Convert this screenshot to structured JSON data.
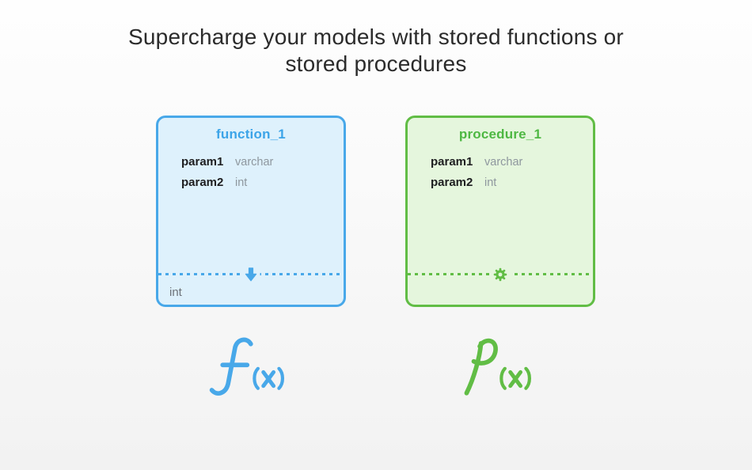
{
  "header": {
    "title_line1": "Supercharge your models with stored functions or",
    "title_line2": "stored procedures"
  },
  "colors": {
    "blue": "#48a8e9",
    "blue_text": "#3ca4e8",
    "blue_fill": "#def1fc",
    "green": "#61bd45",
    "green_text": "#4eb843",
    "green_fill": "#e5f6dd",
    "param_name": "#1e1e20",
    "param_type": "#8e979e"
  },
  "function_card": {
    "title": "function_1",
    "params": [
      {
        "name": "param1",
        "type": "varchar"
      },
      {
        "name": "param2",
        "type": "int"
      }
    ],
    "return_type": "int",
    "icon": "arrow-down-icon",
    "symbol": "f(x)"
  },
  "procedure_card": {
    "title": "procedure_1",
    "params": [
      {
        "name": "param1",
        "type": "varchar"
      },
      {
        "name": "param2",
        "type": "int"
      }
    ],
    "icon": "gear-icon",
    "symbol": "P(x)"
  }
}
